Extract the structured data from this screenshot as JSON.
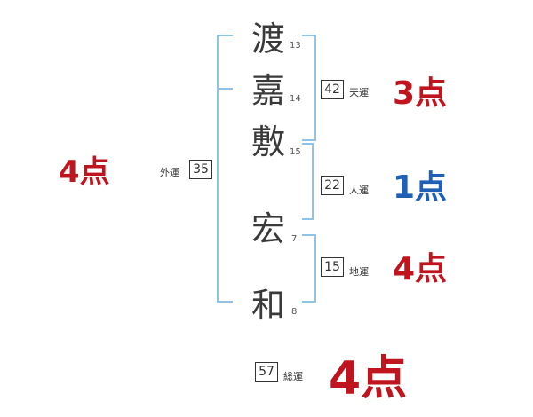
{
  "name_chars": [
    {
      "char": "渡",
      "strokes": "13"
    },
    {
      "char": "嘉",
      "strokes": "14"
    },
    {
      "char": "敷",
      "strokes": "15"
    },
    {
      "char": "宏",
      "strokes": "7"
    },
    {
      "char": "和",
      "strokes": "8"
    }
  ],
  "fortunes": {
    "ten": {
      "value": "42",
      "label": "天運",
      "score": "3点"
    },
    "jin": {
      "value": "22",
      "label": "人運",
      "score": "1点"
    },
    "chi": {
      "value": "15",
      "label": "地運",
      "score": "4点"
    },
    "gai": {
      "value": "35",
      "label": "外運",
      "score": "4点"
    },
    "so": {
      "value": "57",
      "label": "総運",
      "score": "4点"
    }
  },
  "colors": {
    "bracket": "#8fc3e8",
    "score_red": "#c0141e",
    "score_blue": "#1f5fb8"
  }
}
